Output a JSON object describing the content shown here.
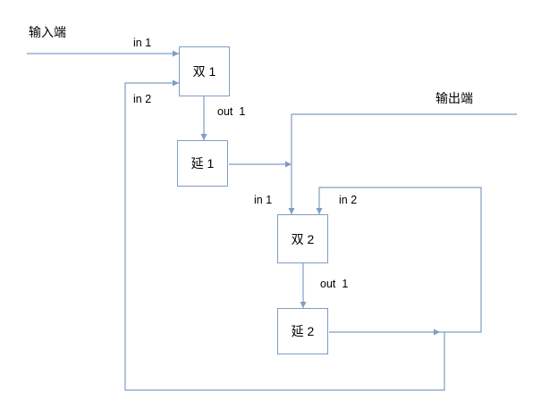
{
  "diagram": {
    "terminal_input": "输入端",
    "terminal_output": "输出端",
    "blocks": {
      "shuang1": "双 1",
      "yan1": "延 1",
      "shuang2": "双 2",
      "yan2": "延 2"
    },
    "ports": {
      "b1_in1": "in 1",
      "b1_in2": "in 2",
      "b1_out1": "out  1",
      "b2_in1": "in 1",
      "b2_in2": "in 2",
      "b2_out1": "out  1"
    },
    "colors": {
      "line": "#7e9dc4",
      "text": "#000000",
      "background": "#ffffff"
    }
  }
}
